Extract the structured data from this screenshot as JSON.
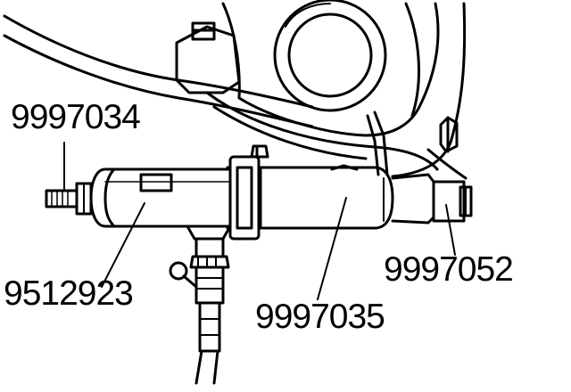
{
  "diagram": {
    "callouts": [
      {
        "id": "tool-9997034",
        "text": "9997034"
      },
      {
        "id": "tool-9512923",
        "text": "9512923"
      },
      {
        "id": "tool-9997035",
        "text": "9997035"
      },
      {
        "id": "tool-9997052",
        "text": "9997052"
      }
    ]
  },
  "colors": {
    "ink": "#000000",
    "paper": "#ffffff",
    "shade": "#bdbdbd"
  }
}
